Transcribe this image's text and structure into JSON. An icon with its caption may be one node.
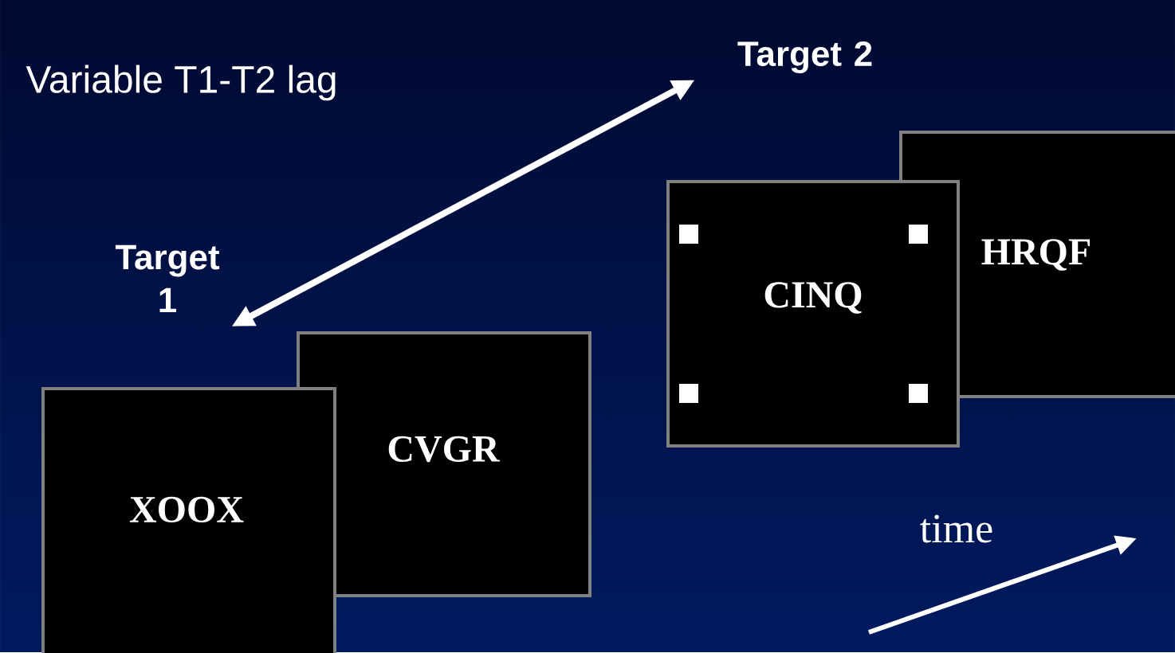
{
  "diagram": {
    "nodes": [
      {
        "text": [
          "Target 1"
        ]
      },
      {
        "text": [
          "Target  2"
        ]
      },
      {
        "text": [
          "XOOX"
        ]
      },
      {
        "text": [
          "CVGR"
        ]
      },
      {
        "text": [
          "CINQ"
        ]
      },
      {
        "text": [
          "HRQF"
        ]
      }
    ],
    "edges": [
      {
        "from": 1,
        "to": 0,
        "arrow": "both"
      }
    ],
    "labels": [
      "Variable T1-T2 lag",
      "time"
    ]
  }
}
